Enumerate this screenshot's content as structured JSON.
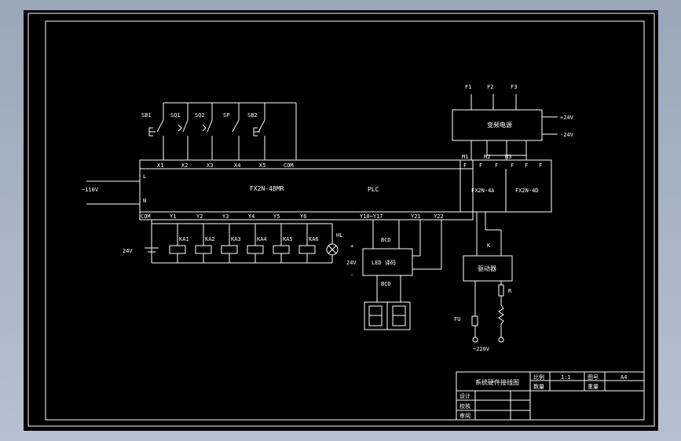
{
  "drawing": {
    "plc_label": "PLC",
    "plc_model": "FX2N-48MR",
    "input_terminals": [
      "X1",
      "X2",
      "X3",
      "X4",
      "X5"
    ],
    "com_top": "COM",
    "com_bottom": "COM",
    "plc_power": [
      "L",
      "N"
    ],
    "ac_left": "~110V",
    "dc_left": "24V",
    "switch_labels": [
      "SB1",
      "SQ1",
      "SQ2",
      "SP",
      "SB2"
    ],
    "output_terminals": [
      "Y1",
      "Y2",
      "Y3",
      "Y4",
      "Y5",
      "Y6"
    ],
    "output_terminals_right": [
      "Y10~Y17",
      "Y21",
      "Y22"
    ],
    "coil_labels": [
      "KA1",
      "KA2",
      "KA3",
      "KA4",
      "KA5",
      "KA6"
    ],
    "lamp_label": "HL",
    "dc_supply": [
      "+",
      "24V",
      "-"
    ],
    "bcd_top": "BCD",
    "bcd_bottom": "BCD",
    "decoder_label": "LED 译码",
    "segment_display": "88",
    "freq_box": "变频电源",
    "freq_inputs": [
      "F1",
      "F2",
      "F3"
    ],
    "freq_outputs": [
      "+24V",
      "-24V"
    ],
    "module_ports": [
      "FX2N-4A",
      "FX2N-4D"
    ],
    "module_top_terms": [
      "F",
      "F",
      "F",
      "F",
      "F",
      "F"
    ],
    "module_small": [
      "M1",
      "M2",
      "M3"
    ],
    "drive_box": "驱动器",
    "drive_label": "K",
    "resistor_label": "R",
    "fuse_label": "FU",
    "ac_bottom": "~220V"
  },
  "title_block": {
    "title": "系统硬件接线图",
    "ratio_label": "比例",
    "ratio_value": "1:1",
    "drawing_no_label": "图号",
    "drawing_no_value": "A4",
    "count_label": "数量",
    "weight_label": "重量",
    "designer_label": "设计",
    "checker_label": "校核",
    "approver_label": "审阅"
  }
}
